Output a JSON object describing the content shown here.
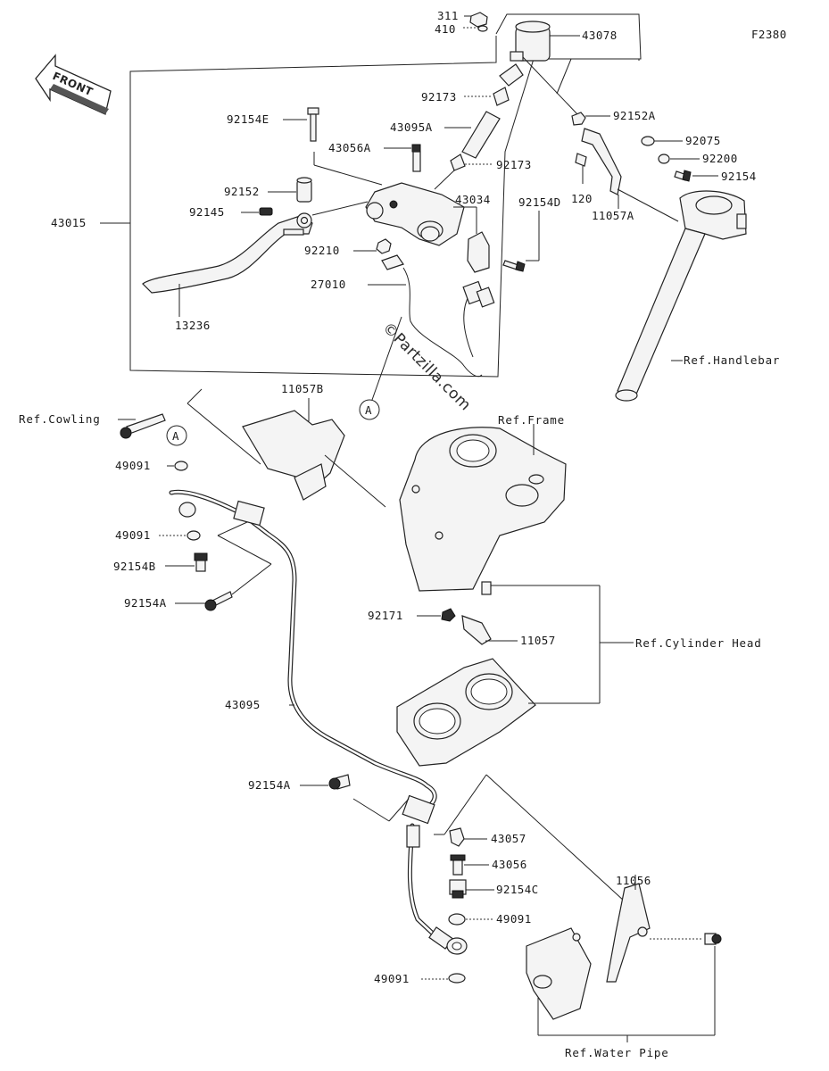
{
  "figure_code": "F2380",
  "front_label": "FRONT",
  "watermark": "©Partzilla.com",
  "callout_marker": "A",
  "parts": {
    "p311": "311",
    "p410": "410",
    "p43078": "43078",
    "p92173a": "92173",
    "p92152A": "92152A",
    "p92154E": "92154E",
    "p43095A": "43095A",
    "p92075": "92075",
    "p43056A": "43056A",
    "p92173b": "92173",
    "p92200": "92200",
    "p92154": "92154",
    "p120": "120",
    "p43034": "43034",
    "p92152": "92152",
    "p43015": "43015",
    "p92145": "92145",
    "p92154D": "92154D",
    "p11057A": "11057A",
    "p92210": "92210",
    "p27010": "27010",
    "p13236": "13236",
    "p11057B": "11057B",
    "p49091a": "49091",
    "p49091b": "49091",
    "p92154B": "92154B",
    "p92154Aa": "92154A",
    "p92171": "92171",
    "p11057": "11057",
    "p43095": "43095",
    "p92154Ab": "92154A",
    "p43057": "43057",
    "p43056": "43056",
    "p92154C": "92154C",
    "p11056": "11056",
    "p49091c": "49091",
    "p49091d": "49091"
  },
  "refs": {
    "handlebar": "Ref.Handlebar",
    "cowling": "Ref.Cowling",
    "frame": "Ref.Frame",
    "cylinder_head": "Ref.Cylinder Head",
    "water_pipe": "Ref.Water Pipe"
  }
}
